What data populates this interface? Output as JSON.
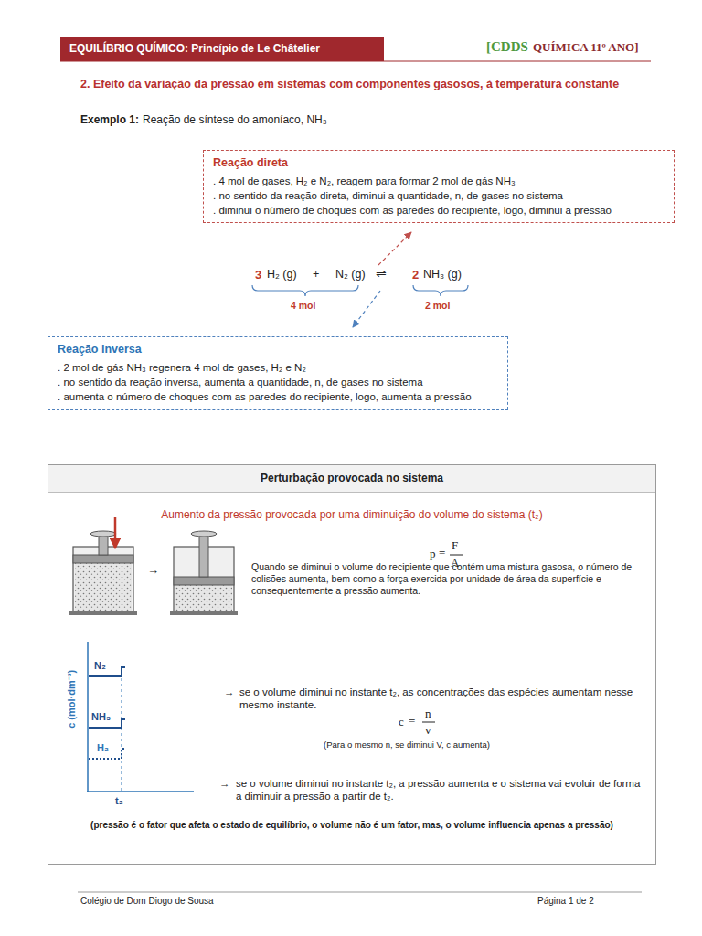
{
  "diagram": {
    "title": "2. Efeito da variação da pressão em sistemas com componentes gasosos, à temperatura constante",
    "nodes": [
      {
        "text": [
          "EQUILÍBRIO QUÍMICO: Princípio de Le Châtelier"
        ]
      },
      {
        "text": [
          "Reação direta",
          ". 4 mol de gases, H₂ e N₂, reagem para formar 2 mol de gás NH₃",
          ". no sentido da reação direta, diminui a quantidade, n, de gases no sistema",
          ". diminui o número de choques com as paredes do recipiente, logo, diminui a pressão"
        ]
      },
      {
        "text": [
          "Reação inversa",
          ". 2 mol de gás NH₃ regenera 4 mol de gases, H₂ e N₂",
          ". no sentido da reação inversa, aumenta a quantidade, n, de gases no sistema",
          ". aumenta o número de choques com as paredes do recipiente, logo, aumenta a pressão"
        ]
      },
      {
        "text": [
          "Perturbação provocada no sistema"
        ]
      }
    ],
    "labels": [
      "[CDDS",
      "QUÍMICA 11º ANO]",
      "Exemplo 1:",
      "Reação de síntese do amoníaco, NH₃",
      "3",
      "H₂ (g)",
      "+",
      "N₂ (g)",
      "⇌",
      "2",
      "NH₃ (g)",
      "4 mol",
      "2 mol",
      "Aumento da pressão provocada por uma diminuição do volume do sistema (t₂)",
      "→",
      "p",
      "=",
      "F",
      "A",
      "Quando se diminui o volume do recipiente que contém uma mistura gasosa, o número de colisões aumenta, bem como a força exercida por unidade de área da superfície e consequentemente a pressão aumenta.",
      "c (mol·dm⁻³)",
      "N₂",
      "NH₃",
      "H₂",
      "t₂",
      "→",
      "se o volume diminui no instante t₂, as concentrações das espécies aumentam nesse mesmo instante.",
      "c",
      "=",
      "n",
      "v",
      "(Para o mesmo n, se diminui V, c aumenta)",
      "→",
      "se o volume diminui no instante t₂, a pressão aumenta e o sistema vai evoluir de forma a diminuir a pressão a partir de t₂.",
      "(pressão é o fator que afeta o estado de equilíbrio, o volume não é um fator, mas, o volume influencia apenas a pressão)",
      "Colégio de Dom Diogo de Sousa",
      "Página 1 de 2"
    ]
  }
}
